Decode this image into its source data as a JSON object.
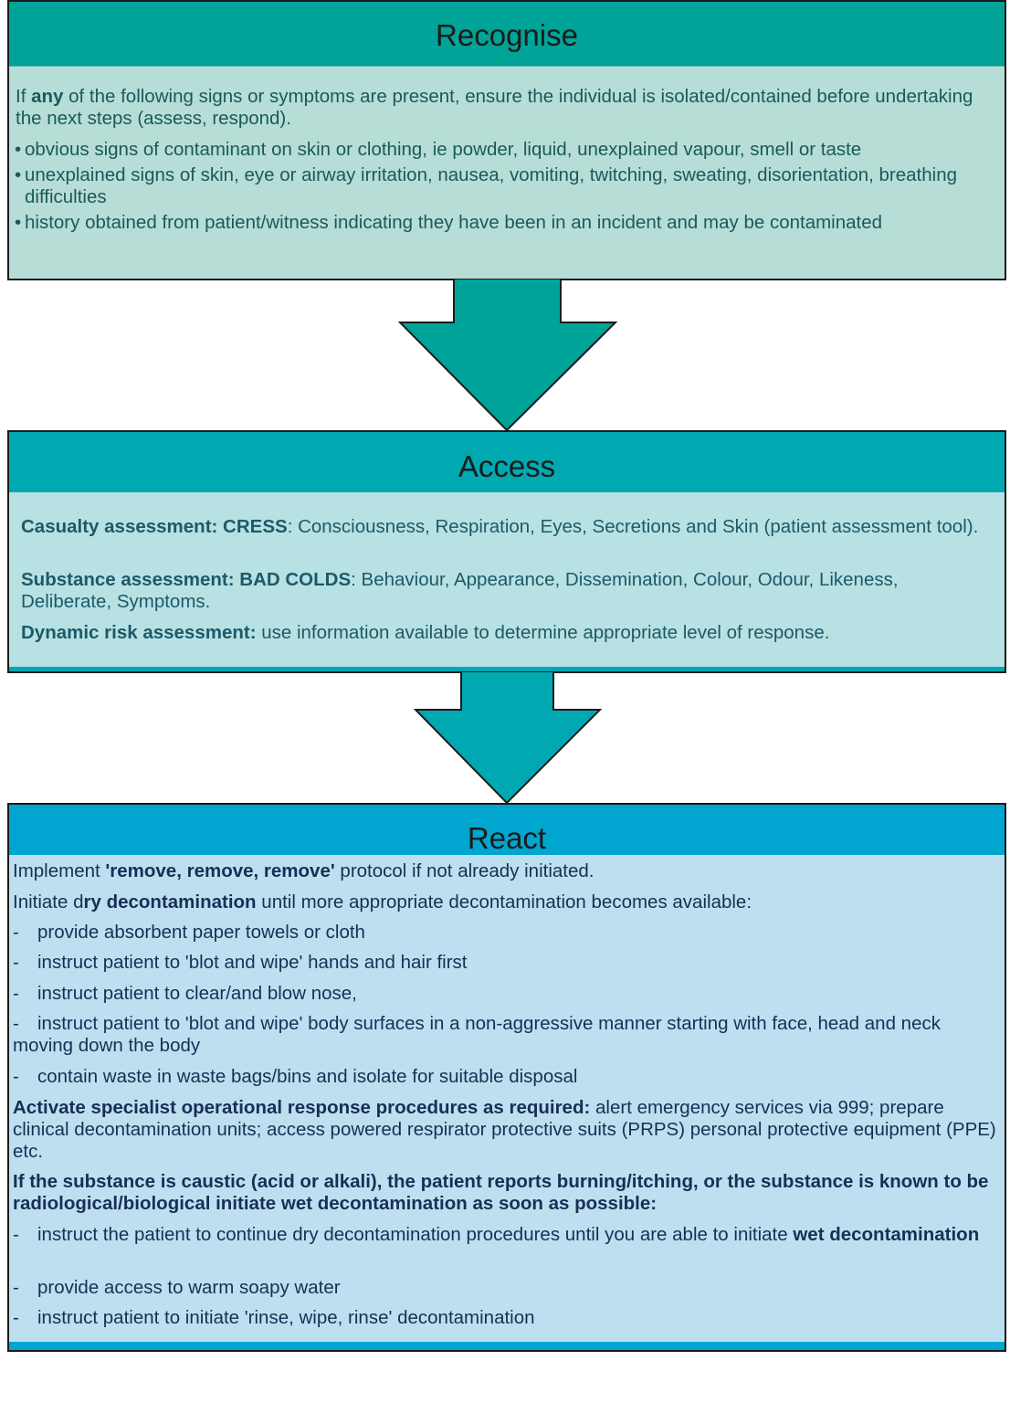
{
  "recognise": {
    "title": "Recognise",
    "intro_1": "If ",
    "intro_bold": "any",
    "intro_2": " of the following signs or symptoms are present, ensure the individual is isolated/contained before undertaking the next steps (assess, respond).",
    "bullets": [
      "obvious signs of contaminant on skin or clothing, ie powder, liquid, unexplained vapour, smell or taste",
      "unexplained signs of skin, eye or airway irritation, nausea, vomiting, twitching, sweating, disorientation, breathing difficulties",
      "history obtained from patient/witness indicating they have been in an incident and may be contaminated"
    ],
    "bullet_char": "•"
  },
  "access": {
    "title": "Access",
    "casualty_bold": "Casualty assessment: CRESS",
    "casualty_rest": ": Consciousness, Respiration, Eyes, Secretions and Skin (patient assessment tool).",
    "substance_bold": "Substance assessment: BAD COLDS",
    "substance_rest": ": Behaviour, Appearance, Dissemination, Colour, Odour, Likeness, Deliberate, Symptoms.",
    "dynamic_bold": "Dynamic risk assessment:",
    "dynamic_rest": " use information available to determine appropriate level of response."
  },
  "react": {
    "title": "React",
    "implement_1": "Implement ",
    "implement_bold": "'remove, remove, remove'",
    "implement_2": " protocol if not already initiated.",
    "initiate_1": "Initiate d",
    "initiate_bold": "ry decontamination",
    "initiate_2": " until more appropriate decontamination becomes available:",
    "dash": "-",
    "dry_steps": [
      "provide absorbent paper towels or cloth",
      "instruct patient to 'blot and wipe' hands and hair first",
      "instruct patient to clear/and blow nose,",
      "instruct patient to 'blot and wipe' body surfaces in a non-aggressive manner starting with face, head and neck moving down the body",
      "contain waste in waste bags/bins and isolate for suitable disposal"
    ],
    "activate_bold": "Activate specialist operational response procedures as required:",
    "activate_rest": " alert emergency services via 999; prepare clinical decontamination units; access powered respirator protective suits (PRPS) personal protective equipment (PPE) etc.",
    "caustic_bold": "If the substance is caustic (acid or alkali), the patient reports burning/itching, or the substance is known to be radiological/biological initiate wet decontamination as soon as possible:",
    "wet_step_1": "instruct the patient to continue dry decontamination procedures until you are able to initiate ",
    "wet_step_1_bold": "wet decontamination",
    "wet_steps": [
      "provide access to warm soapy water",
      "instruct patient to initiate 'rinse, wipe, rinse' decontamination"
    ]
  },
  "colors": {
    "recognise_header": "#00a398",
    "recognise_body": "#b7ddd7",
    "access_header": "#00a9b1",
    "access_body": "#b8e1e3",
    "react_header": "#00a6cf",
    "react_body": "#bedff0"
  }
}
